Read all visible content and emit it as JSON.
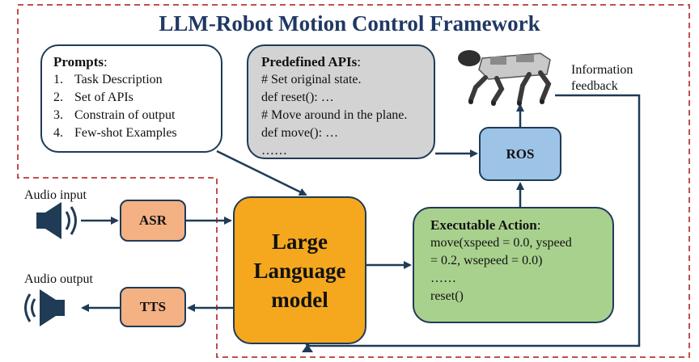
{
  "title": "LLM-Robot Motion Control Framework",
  "prompts": {
    "heading": "Prompts",
    "colon": ":",
    "items": [
      {
        "num": "1.",
        "text": "Task Description"
      },
      {
        "num": "2.",
        "text": "Set of APIs"
      },
      {
        "num": "3.",
        "text": "Constrain of output"
      },
      {
        "num": "4.",
        "text": "Few-shot Examples"
      }
    ]
  },
  "apis": {
    "heading": "Predefined APIs",
    "colon": ":",
    "lines": [
      "# Set original state.",
      "def  reset(): …",
      "# Move around in the plane.",
      "def  move(): …",
      "……"
    ]
  },
  "ros": {
    "label": "ROS"
  },
  "asr": {
    "label": "ASR"
  },
  "tts": {
    "label": "TTS"
  },
  "llm": {
    "line1": "Large",
    "line2": "Language",
    "line3": "model"
  },
  "exec": {
    "heading": "Executable Action",
    "colon": ":",
    "lines": [
      "move(xspeed = 0.0, yspeed",
      "= 0.2, wsepeed = 0.0)",
      "……",
      "reset()"
    ]
  },
  "audio_input": "Audio input",
  "audio_output": "Audio output",
  "info_feedback": {
    "line1": "Information",
    "line2": "feedback"
  },
  "colors": {
    "title": "#1f3864",
    "border_dash": "#c0504d",
    "llm": "#f5a81e",
    "exec": "#a9d18e",
    "ros": "#9dc3e6",
    "apis": "#d3d3d3",
    "asr_tts": "#f4b183",
    "arrow": "#1f3b56"
  }
}
